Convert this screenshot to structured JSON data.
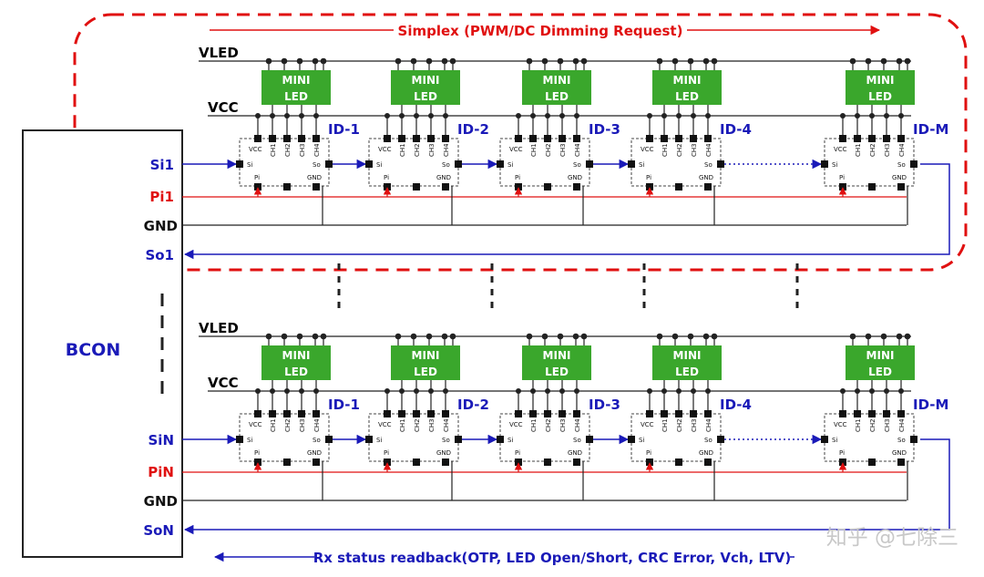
{
  "top_banner": "Simplex (PWM/DC Dimming Request)",
  "bottom_banner": "Rx status readback(OTP, LED Open/Short, CRC Error, Vch, LTV)",
  "controller_label": "BCON",
  "watermark": "知乎 @七除三",
  "rails": {
    "vled": "VLED",
    "vcc": "VCC",
    "gnd": "GND"
  },
  "led_block": {
    "line1": "MINI",
    "line2": "LED"
  },
  "chip_pins": {
    "vcc": "VCC",
    "si": "Si",
    "so": "So",
    "pi": "Pi",
    "gnd": "GND",
    "ch1": "CH1",
    "ch2": "CH2",
    "ch3": "CH3",
    "ch4": "CH4"
  },
  "chip_ids": [
    "ID-1",
    "ID-2",
    "ID-3",
    "ID-4",
    "ID-M"
  ],
  "groups": [
    {
      "si": "Si1",
      "pi": "Pi1",
      "so": "So1"
    },
    {
      "si": "SiN",
      "pi": "PiN",
      "so": "SoN"
    }
  ],
  "colors": {
    "accent_blue": "#1a1ab8",
    "signal_red": "#e01010",
    "led_green": "#3aa72c",
    "wire": "#222222"
  }
}
